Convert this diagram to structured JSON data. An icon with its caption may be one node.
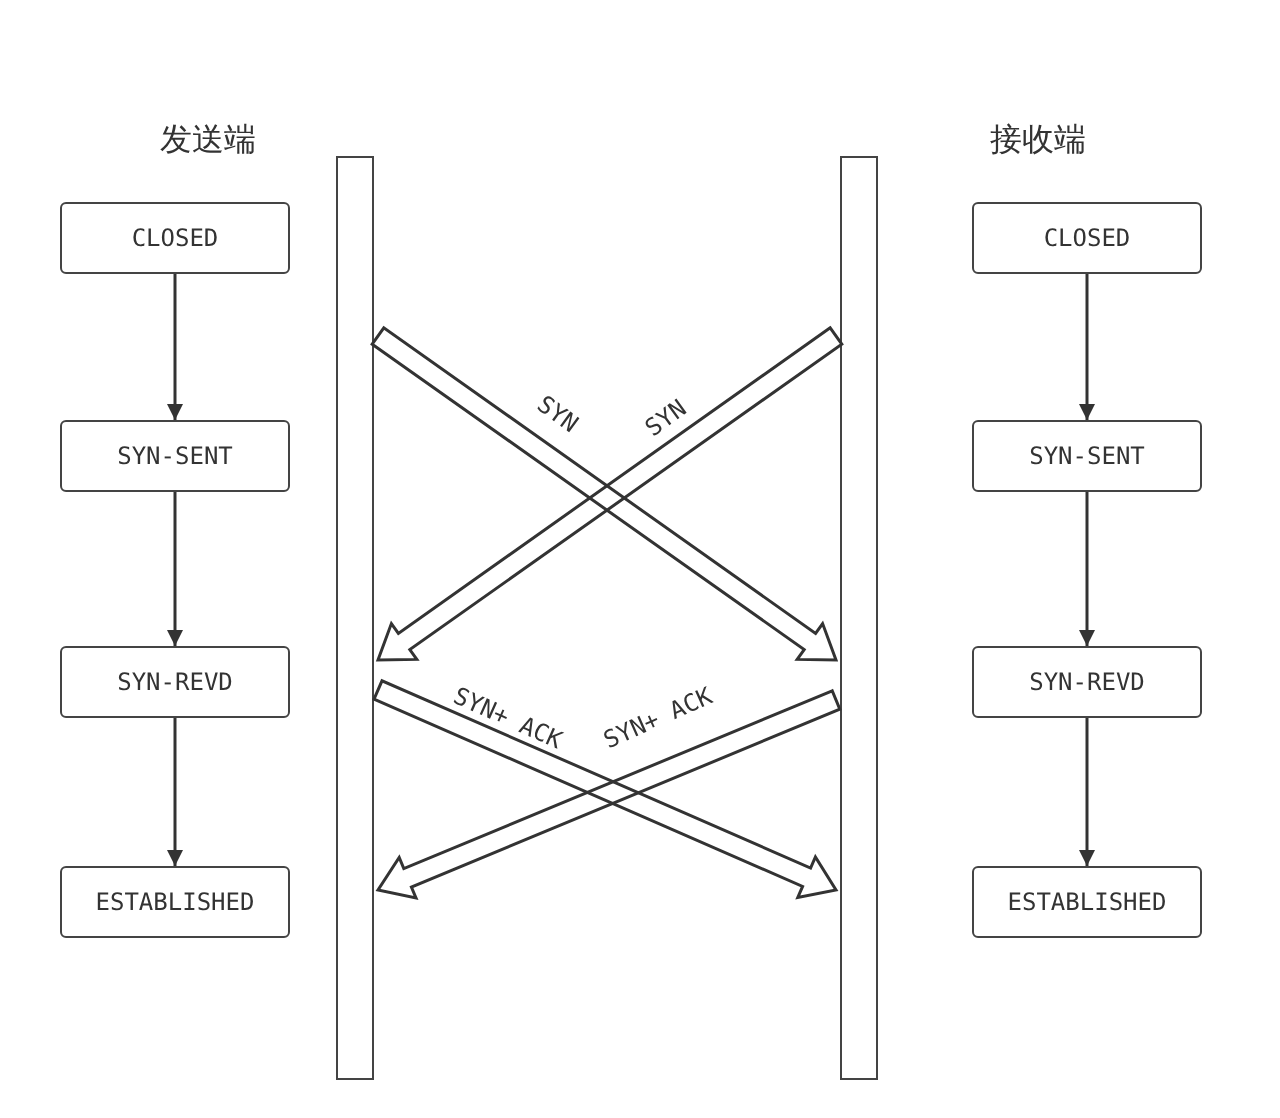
{
  "diagram": {
    "nodes": [
      {
        "text": [
          "CLOSED"
        ]
      },
      {
        "text": [
          "SYN-SENT"
        ]
      },
      {
        "text": [
          "SYN-REVD"
        ]
      },
      {
        "text": [
          "ESTABLISHED"
        ]
      },
      {
        "text": [],
        "shape": "bar"
      },
      {
        "text": [],
        "shape": "bar"
      },
      {
        "text": [
          "CLOSED"
        ]
      },
      {
        "text": [
          "SYN-SENT"
        ]
      },
      {
        "text": [
          "SYN-REVD"
        ]
      },
      {
        "text": [
          "ESTABLISHED"
        ]
      }
    ],
    "edges": [
      {
        "from": 0,
        "to": 1,
        "arrow": "to"
      },
      {
        "from": 1,
        "to": 2,
        "arrow": "to"
      },
      {
        "from": 2,
        "to": 3,
        "arrow": "to"
      },
      {
        "from": 6,
        "to": 7,
        "arrow": "to"
      },
      {
        "from": 7,
        "to": 8,
        "arrow": "to"
      },
      {
        "from": 8,
        "to": 9,
        "arrow": "to"
      },
      {
        "from": 4,
        "to": 5,
        "arrow": "to",
        "label": "SYN"
      },
      {
        "from": 5,
        "to": 4,
        "arrow": "to",
        "label": "SYN"
      },
      {
        "from": 5,
        "to": 4,
        "arrow": "to",
        "label": "SYN+ ACK"
      },
      {
        "from": 4,
        "to": 5,
        "arrow": "to",
        "label": "SYN+ ACK"
      }
    ],
    "labels": [
      "发送端",
      "接收端"
    ]
  }
}
